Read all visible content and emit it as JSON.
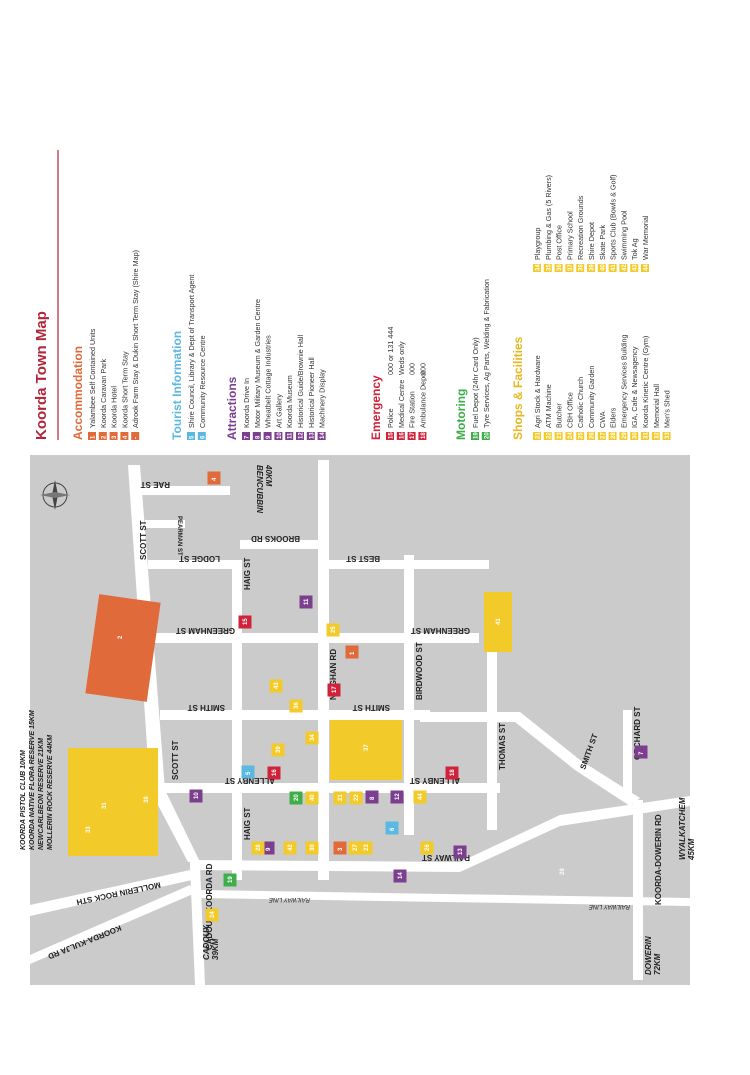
{
  "title": "Koorda Town Map",
  "colors": {
    "accommodation": "#E06A3A",
    "tourist": "#5BB8E0",
    "attractions": "#7B3F8E",
    "emergency": "#D0223A",
    "motoring": "#3FAE4A",
    "shops": "#F2CB2A",
    "land": "#CCCCCC",
    "road": "#FFFFFF",
    "title": "#B0263A"
  },
  "legend": {
    "accommodation": {
      "heading": "Accommodation",
      "items": [
        {
          "num": "1",
          "label": "Yalambee Self Contained Units"
        },
        {
          "num": "2",
          "label": "Koorda Caravan Park"
        },
        {
          "num": "3",
          "label": "Koorda Hotel"
        },
        {
          "num": "4",
          "label": "Koorda Short Term Stay"
        },
        {
          "num": "-",
          "label": "Adrook Farm Stay & Dukin Short Term Stay (Shire Map)"
        }
      ]
    },
    "tourist": {
      "heading": "Tourist Information",
      "items": [
        {
          "num": "5",
          "label": "Shire Council, Library & Dept of Transport Agent"
        },
        {
          "num": "6",
          "label": "Community Resource Centre"
        }
      ]
    },
    "attractions": {
      "heading": "Attractions",
      "items": [
        {
          "num": "7",
          "label": "Koorda Drive In"
        },
        {
          "num": "8",
          "label": "Motor Military Museum & Garden Centre"
        },
        {
          "num": "9",
          "label": "Wheatbelt Cottage Industries"
        },
        {
          "num": "10",
          "label": "Art Gallery"
        },
        {
          "num": "11",
          "label": "Koorda Museum"
        },
        {
          "num": "12",
          "label": "Historical Guide/Brownie Hall"
        },
        {
          "num": "13",
          "label": "Historical Pioneer Hall"
        },
        {
          "num": "14",
          "label": "Machinery Display"
        }
      ]
    },
    "emergency": {
      "heading": "Emergency",
      "items": [
        {
          "num": "15",
          "label": "Police",
          "value": "000 or 131 444"
        },
        {
          "num": "16",
          "label": "Medical Centre",
          "value": "Weds only"
        },
        {
          "num": "17",
          "label": "Fire Station",
          "value": "000"
        },
        {
          "num": "18",
          "label": "Ambulance Depot",
          "value": "000"
        }
      ]
    },
    "motoring": {
      "heading": "Motoring",
      "items": [
        {
          "num": "19",
          "label": "Fuel Depot (24hr Card Only)"
        },
        {
          "num": "20",
          "label": "Tyre Services, Ag Parts, Welding & Fabrication"
        }
      ]
    },
    "shops": {
      "heading": "Shops & Facilities",
      "col1": [
        {
          "num": "21",
          "label": "Agri Stock & Hardware"
        },
        {
          "num": "22",
          "label": "ATM Machine"
        },
        {
          "num": "23",
          "label": "Butcher"
        },
        {
          "num": "24",
          "label": "CBH Office"
        },
        {
          "num": "25",
          "label": "Catholic Church"
        },
        {
          "num": "26",
          "label": "Community Garden"
        },
        {
          "num": "27",
          "label": "CWA"
        },
        {
          "num": "28",
          "label": "Elders"
        },
        {
          "num": "29",
          "label": "Emergency Services Building"
        },
        {
          "num": "30",
          "label": "IGA, Cafe & Newsagency"
        },
        {
          "num": "31",
          "label": "Koorda Kinetic Centre (Gym)"
        },
        {
          "num": "32",
          "label": "Memorial Hall"
        },
        {
          "num": "33",
          "label": "Men's Shed"
        }
      ],
      "col2": [
        {
          "num": "34",
          "label": "Playgroup"
        },
        {
          "num": "35",
          "label": "Plumbing & Gas (5 Rivers)"
        },
        {
          "num": "36",
          "label": "Post Office"
        },
        {
          "num": "37",
          "label": "Primary School"
        },
        {
          "num": "38",
          "label": "Recreation Grounds"
        },
        {
          "num": "39",
          "label": "Shire Depot"
        },
        {
          "num": "40",
          "label": "Skate Park"
        },
        {
          "num": "41",
          "label": "Sports Club (Bowls & Golf)"
        },
        {
          "num": "42",
          "label": "Swimming Pool"
        },
        {
          "num": "43",
          "label": "Tok Ag"
        },
        {
          "num": "44",
          "label": "War Memorial"
        }
      ]
    }
  },
  "streets": {
    "scott": "SCOTT ST",
    "rae": "RAE ST",
    "pearman": "PEARMAN ST",
    "lodge": "LODGE ST",
    "greenham": "GREENHAM ST",
    "smith": "SMITH ST",
    "allenby": "ALLENBY ST",
    "railway": "RAILWAY ST",
    "haig": "HAIG ST",
    "brooks": "BROOKS RD",
    "best": "BEST ST",
    "ninghan": "NINGHAN RD",
    "birdwood": "BIRDWOOD ST",
    "thomas": "THOMAS ST",
    "orchard": "ORCHARD ST",
    "koorda_dowerin": "KOORDA-DOWERIN RD",
    "cadoux_koorda": "CADOUX-KOORDA RD",
    "mollerin_rock": "MOLLERIN ROCK STH",
    "koorda_kulja": "KOORDA-KULJA RD",
    "railway_line": "RAILWAY LINE"
  },
  "destinations": {
    "bencubbin": [
      "BENCUBBIN",
      "40KM"
    ],
    "cadoux": [
      "CADOUX",
      "39KM"
    ],
    "dowerin": [
      "DOWERIN",
      "72KM"
    ],
    "wyalkatchem": [
      "WYALKATCHEM",
      "45KM"
    ],
    "reserves": [
      "KOORDA PISTOL CLUB 10KM",
      "KOORDA NATIVE FLORA RESERVE 15KM",
      "NEWCARLBEON RESERVE 21KM",
      "MOLLERIN ROCK RESERVE 44KM"
    ]
  },
  "map_markers": [
    {
      "num": "1",
      "cat": "accommodation"
    },
    {
      "num": "2",
      "cat": "accommodation"
    },
    {
      "num": "3",
      "cat": "accommodation"
    },
    {
      "num": "4",
      "cat": "accommodation"
    },
    {
      "num": "5",
      "cat": "tourist"
    },
    {
      "num": "6",
      "cat": "tourist"
    },
    {
      "num": "7",
      "cat": "attractions"
    },
    {
      "num": "8",
      "cat": "attractions"
    },
    {
      "num": "9",
      "cat": "attractions"
    },
    {
      "num": "10",
      "cat": "attractions"
    },
    {
      "num": "11",
      "cat": "attractions"
    },
    {
      "num": "12",
      "cat": "attractions"
    },
    {
      "num": "13",
      "cat": "attractions"
    },
    {
      "num": "14",
      "cat": "attractions"
    },
    {
      "num": "15",
      "cat": "emergency"
    },
    {
      "num": "16",
      "cat": "emergency"
    },
    {
      "num": "17",
      "cat": "emergency"
    },
    {
      "num": "18",
      "cat": "emergency"
    },
    {
      "num": "19",
      "cat": "motoring"
    },
    {
      "num": "20",
      "cat": "motoring"
    },
    {
      "num": "21",
      "cat": "shops"
    },
    {
      "num": "22",
      "cat": "shops"
    },
    {
      "num": "23",
      "cat": "shops"
    },
    {
      "num": "24",
      "cat": "shops"
    },
    {
      "num": "25",
      "cat": "shops"
    },
    {
      "num": "26",
      "cat": "shops"
    },
    {
      "num": "27",
      "cat": "shops"
    },
    {
      "num": "28",
      "cat": "shops"
    },
    {
      "num": "29",
      "cat": "shops"
    },
    {
      "num": "30",
      "cat": "shops"
    },
    {
      "num": "31",
      "cat": "shops"
    },
    {
      "num": "32",
      "cat": "shops"
    },
    {
      "num": "33",
      "cat": "shops"
    },
    {
      "num": "34",
      "cat": "shops"
    },
    {
      "num": "36",
      "cat": "shops"
    },
    {
      "num": "37",
      "cat": "shops"
    },
    {
      "num": "38",
      "cat": "shops"
    },
    {
      "num": "39",
      "cat": "shops"
    },
    {
      "num": "40",
      "cat": "shops"
    },
    {
      "num": "41",
      "cat": "shops"
    },
    {
      "num": "42",
      "cat": "shops"
    },
    {
      "num": "43",
      "cat": "shops"
    },
    {
      "num": "44",
      "cat": "shops"
    }
  ]
}
